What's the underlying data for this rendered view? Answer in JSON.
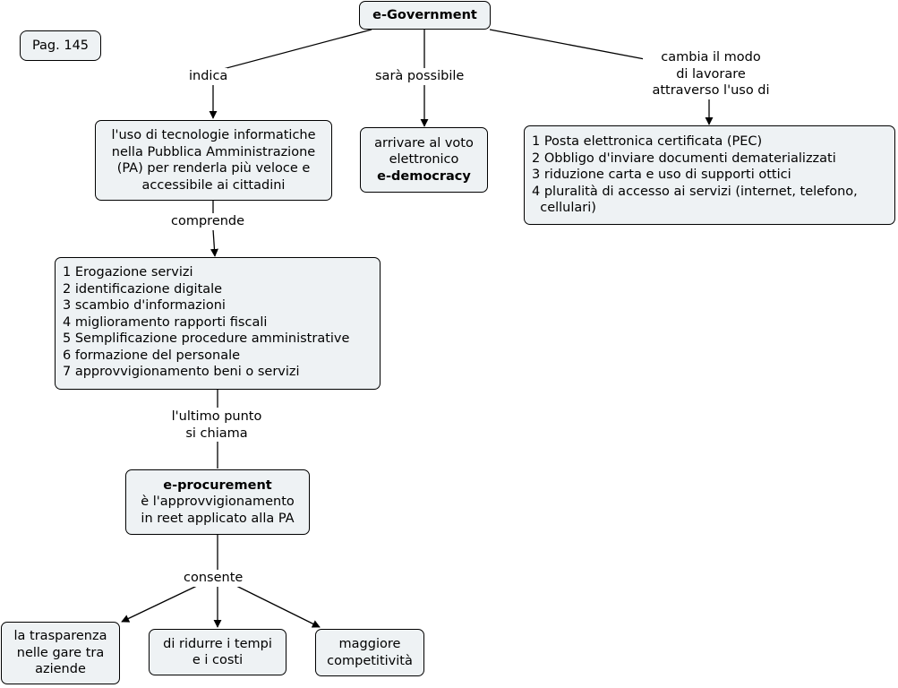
{
  "page_ref": "Pag. 145",
  "root": {
    "title": "e-Government"
  },
  "link_labels": {
    "indica": "indica",
    "sara_possibile": "sarà possibile",
    "cambia": [
      "cambia il modo",
      "di lavorare",
      "attraverso l'uso di"
    ],
    "comprende": "comprende",
    "ultimo_punto": [
      "l'ultimo punto",
      "si chiama"
    ],
    "consente": "consente"
  },
  "nodes": {
    "uso_tecnologie": [
      "l'uso di tecnologie informatiche",
      "nella Pubblica Amministrazione",
      "(PA) per renderla più veloce e",
      "accessibile ai cittadini"
    ],
    "voto": {
      "lines": [
        "arrivare al voto",
        "elettronico"
      ],
      "bold": "e-democracy"
    },
    "strumenti": [
      "1 Posta elettronica certificata (PEC)",
      "2 Obbligo d'inviare documenti dematerializzati",
      "3 riduzione carta e uso di supporti ottici",
      "4 pluralità di accesso ai servizi (internet, telefono,",
      "  cellulari)"
    ],
    "ambiti": [
      "1 Erogazione servizi",
      "2 identificazione digitale",
      "3 scambio d'informazioni",
      "4 miglioramento rapporti fiscali",
      "5 Semplificazione procedure amministrative",
      "6 formazione del personale",
      "7 approvvigionamento beni o servizi"
    ],
    "eprocurement": {
      "bold": "e-procurement",
      "lines": [
        "è l'approvvigionamento",
        "in reet applicato alla PA"
      ]
    },
    "trasparenza": [
      "la trasparenza",
      "nelle gare tra",
      "aziende"
    ],
    "ridurre": [
      "di ridurre i tempi",
      "e i costi"
    ],
    "competitivita": [
      "maggiore",
      "competitività"
    ]
  }
}
